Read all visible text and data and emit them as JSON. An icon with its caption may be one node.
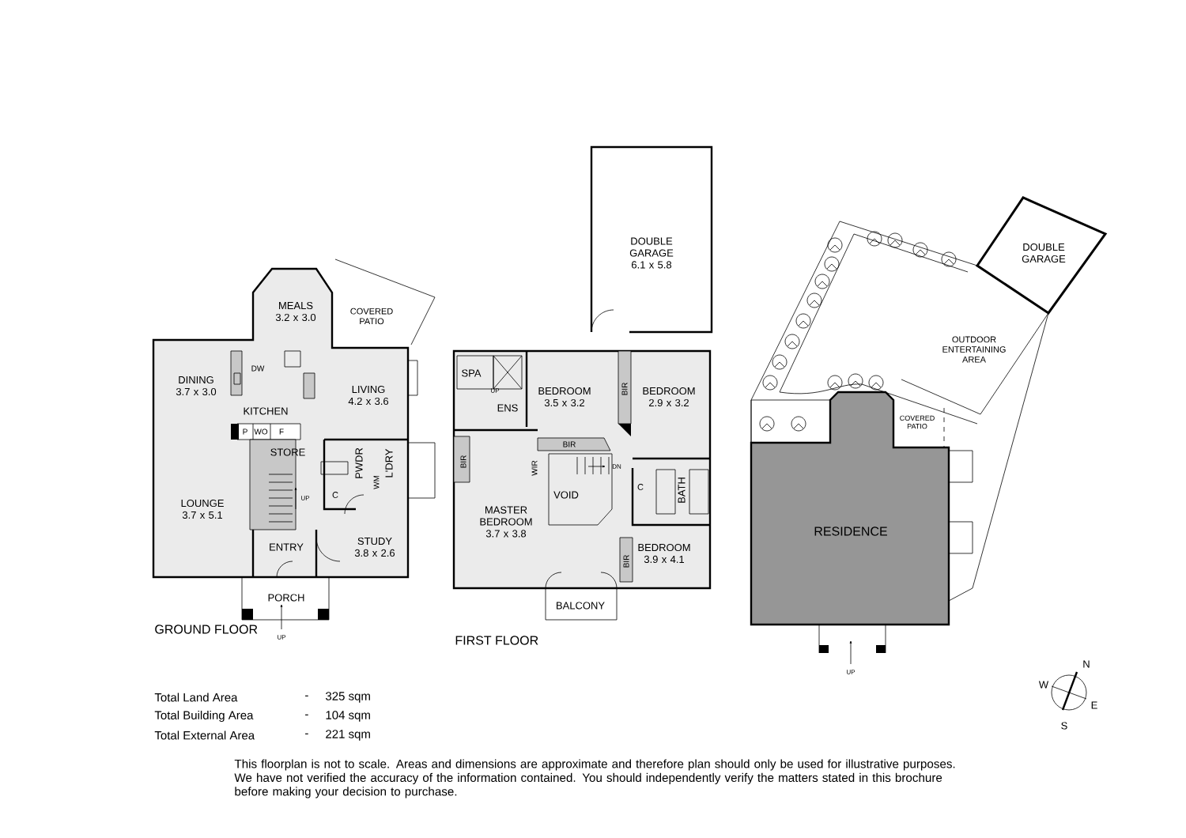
{
  "diagram": {
    "caption": "This floorplan is not to scale. Areas and dimensions are approximate and therefore plan should only be used for illustrative purposes. We have not verified the accuracy of the information contained. You should independently verify the matters stated in this brochure before making your decision to purchase.",
    "nodes": [
      {
        "text": [
          "MEALS",
          "3.2 x 3.0"
        ]
      },
      {
        "text": [
          "COVERED PATIO"
        ]
      },
      {
        "text": [
          "DINING",
          "3.7 x 3.0"
        ]
      },
      {
        "text": [
          "KITCHEN"
        ]
      },
      {
        "text": [
          "LIVING",
          "4.2 x 3.6"
        ]
      },
      {
        "text": [
          "STORE"
        ]
      },
      {
        "text": [
          "PWDR"
        ]
      },
      {
        "text": [
          "L'DRY"
        ]
      },
      {
        "text": [
          "LOUNGE",
          "3.7 x 5.1"
        ]
      },
      {
        "text": [
          "ENTRY"
        ]
      },
      {
        "text": [
          "STUDY",
          "3.8 x 2.6"
        ]
      },
      {
        "text": [
          "PORCH"
        ]
      },
      {
        "text": [
          "DOUBLE GARAGE",
          "6.1 x 5.8"
        ]
      },
      {
        "text": [
          "SPA"
        ]
      },
      {
        "text": [
          "ENS"
        ]
      },
      {
        "text": [
          "BEDROOM",
          "3.5 x 3.2"
        ]
      },
      {
        "text": [
          "BEDROOM",
          "2.9 x 3.2"
        ]
      },
      {
        "text": [
          "VOID"
        ]
      },
      {
        "text": [
          "MASTER BEDROOM",
          "3.7 x 3.8"
        ]
      },
      {
        "text": [
          "BATH"
        ]
      },
      {
        "text": [
          "BEDROOM",
          "3.9 x 4.1"
        ]
      },
      {
        "text": [
          "BALCONY"
        ]
      },
      {
        "text": [
          "DOUBLE GARAGE"
        ]
      },
      {
        "text": [
          "OUTDOOR ENTERTAINING AREA"
        ]
      },
      {
        "text": [
          "COVERED PATIO"
        ]
      },
      {
        "text": [
          "RESIDENCE"
        ]
      }
    ],
    "labels": [
      "DW",
      "P",
      "WO",
      "F",
      "C",
      "WM",
      "UP",
      "GROUND FLOOR",
      "UP",
      "UP",
      "BIR",
      "BIR",
      "BIR",
      "WIR",
      "DN",
      "C",
      "BIR",
      "FIRST FLOOR",
      "UP",
      "N",
      "W",
      "E",
      "S",
      "Total Land Area",
      "-",
      "325 sqm",
      "Total Building Area",
      "-",
      "104 sqm",
      "Total External Area",
      "-",
      "221 sqm"
    ]
  }
}
